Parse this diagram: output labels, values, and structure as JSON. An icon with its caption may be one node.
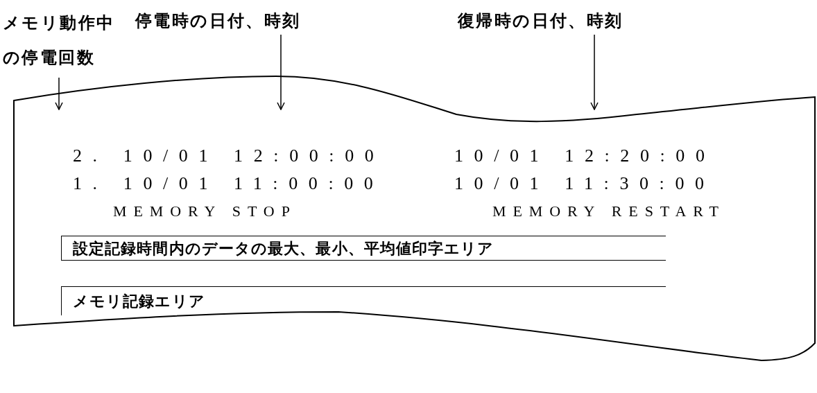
{
  "diagram": {
    "nodes": [
      {
        "text": [
          "メモリ動作中の停電回数"
        ]
      },
      {
        "text": [
          "停電時の日付、時刻"
        ]
      },
      {
        "text": [
          "復帰時の日付、時刻"
        ]
      },
      {
        "text": [
          "2. 10/01 12:00:00",
          "10/01 12:20:00",
          "1. 10/01 11:00:00",
          "10/01 11:30:00",
          "MEMORY STOP",
          "MEMORY RESTART"
        ]
      },
      {
        "text": [
          "設定記録時間内のデータの最大、最小、平均値印字エリア"
        ],
        "in": 3
      },
      {
        "text": [
          "メモリ記録エリア"
        ],
        "in": 3
      }
    ],
    "edges": [
      {
        "from": 0,
        "to": 3,
        "arrow": "to"
      },
      {
        "from": 1,
        "to": 3,
        "arrow": "to"
      },
      {
        "from": 2,
        "to": 3,
        "arrow": "to"
      }
    ]
  }
}
